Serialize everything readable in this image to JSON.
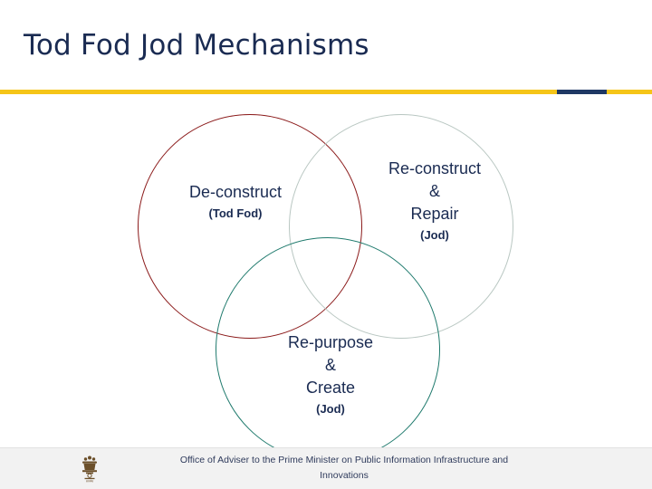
{
  "slide": {
    "title": "Tod Fod Jod Mechanisms",
    "colors": {
      "title_navy": "#1a2b52",
      "rule_gold": "#f5c518",
      "rule_navy": "#1f3864",
      "circle_deconstruct": "#8b1a1a",
      "circle_reconstruct": "#b9c7c2",
      "circle_repurpose": "#1f7a6d",
      "footer_bg": "#f2f2f2"
    }
  },
  "venn": {
    "circles": [
      {
        "id": "deconstruct",
        "label": "De-construct",
        "sublabel": "(Tod Fod)",
        "color": "#8b1a1a"
      },
      {
        "id": "reconstruct",
        "label": "Re-construct\n&\nRepair",
        "sublabel": "(Jod)",
        "color": "#b9c7c2"
      },
      {
        "id": "repurpose",
        "label": "Re-purpose\n&\nCreate",
        "sublabel": "(Jod)",
        "color": "#1f7a6d"
      }
    ]
  },
  "footer": {
    "line1": "Office of Adviser to the Prime Minister on Public Information Infrastructure and",
    "line2": "Innovations",
    "emblem": "india-state-emblem"
  }
}
